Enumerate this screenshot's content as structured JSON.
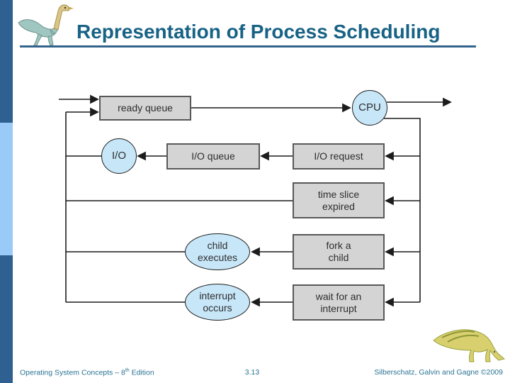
{
  "slide": {
    "title": "Representation of Process Scheduling",
    "footer": {
      "book": "Operating System Concepts – 8",
      "edition_sup": "th",
      "edition_rest": " Edition",
      "page": "3.13",
      "authors": "Silberschatz, Galvin and Gagne ©2009"
    }
  },
  "diagram": {
    "nodes": {
      "ready_queue": "ready queue",
      "cpu": "CPU",
      "io": "I/O",
      "io_queue": "I/O queue",
      "io_request": "I/O request",
      "time_slice_expired": "time slice\nexpired",
      "fork_a_child": "fork a\nchild",
      "child_executes": "child\nexecutes",
      "wait_for_interrupt": "wait for an\ninterrupt",
      "interrupt_occurs": "interrupt\noccurs"
    },
    "icons": {
      "header_logo": "dinosaur-logo-icon",
      "footer_logo": "dinosaur-footer-icon"
    }
  },
  "colors": {
    "accent_bar_dark": "#2E6191",
    "accent_bar_light": "#9ACBF8",
    "title_text": "#176285",
    "title_underline": "#33648C",
    "footer_text": "#2A7394",
    "box_fill": "#D4D4D4",
    "box_border": "#58585A",
    "bubble_fill": "#C7E6F8",
    "flow_line": "#1C1C1C"
  }
}
